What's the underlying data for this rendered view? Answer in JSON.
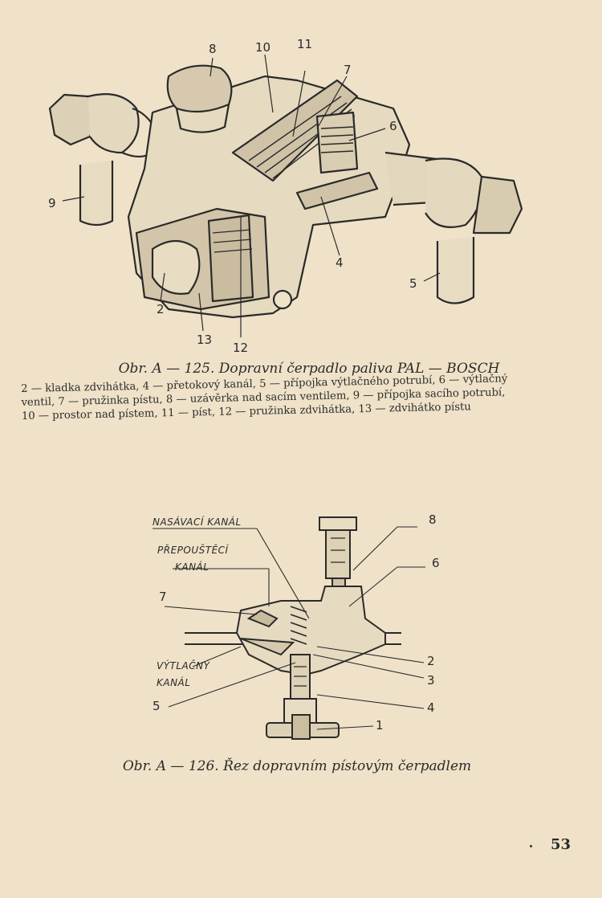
{
  "figure_125": {
    "callouts": [
      "8",
      "10",
      "11",
      "7",
      "6",
      "9",
      "4",
      "5",
      "2",
      "13",
      "12"
    ],
    "caption": "Obr. A — 125. Dopravní čerpadlo paliva PAL — BOSCH",
    "legend": [
      "2 — kladka zdvihátka, 4 — přetokový kanál, 5 — přípojka výtlačného potrubí, 6 — výtlačný",
      "ventil, 7 — pružinka pístu, 8 — uzávěrka nad sacím ventilem, 9 — přípojka sacího potrubí,",
      "10 — prostor nad pístem, 11 — píst, 12 — pružinka zdvihátka, 13 — zdvihátko pístu"
    ]
  },
  "figure_126": {
    "labels": {
      "nasavaci": "NASÁVACÍ KANÁL",
      "prepoustec_1": "PŘEPOUŠTĚCÍ",
      "prepoustec_2": "KANÁL",
      "vytlacny_1": "VÝTLAČNÝ",
      "vytlacny_2": "KANÁL"
    },
    "callouts": [
      "8",
      "6",
      "7",
      "2",
      "3",
      "5",
      "4",
      "1"
    ],
    "caption": "Obr. A — 126. Řez dopravním pístovým čerpadlem"
  },
  "page_number": "53"
}
